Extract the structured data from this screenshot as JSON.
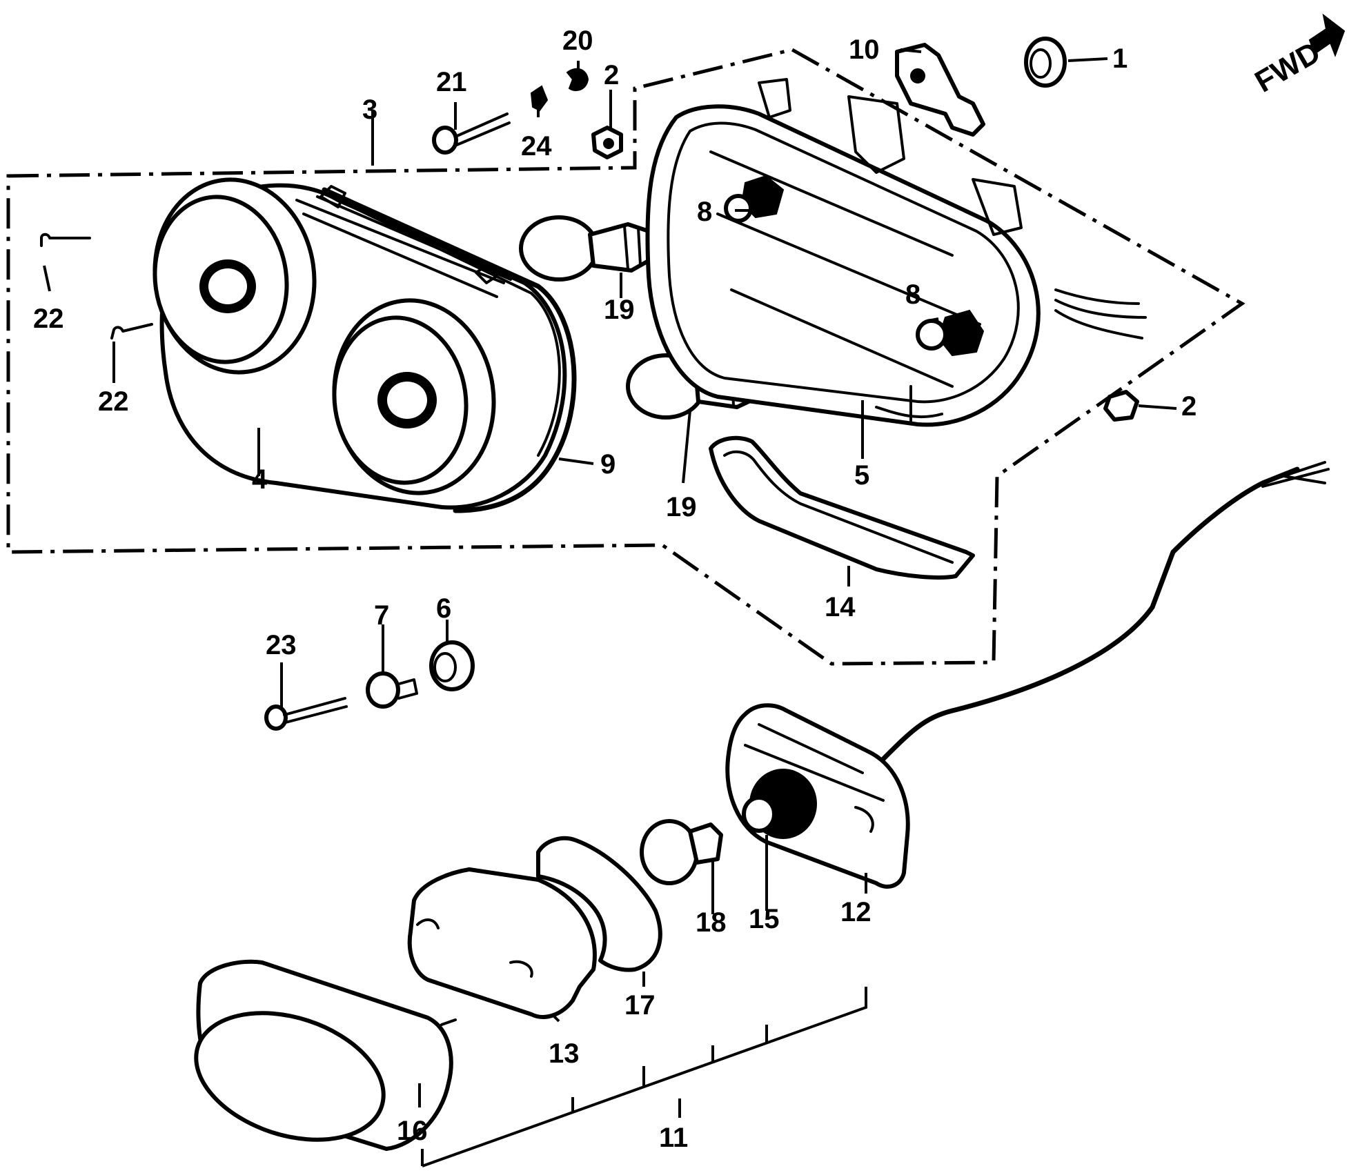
{
  "direction_label": "FWD",
  "callouts": {
    "p1": "1",
    "p2a": "2",
    "p2b": "2",
    "p3": "3",
    "p4": "4",
    "p5": "5",
    "p6": "6",
    "p7": "7",
    "p8a": "8",
    "p8b": "8",
    "p9": "9",
    "p10": "10",
    "p11": "11",
    "p12": "12",
    "p13": "13",
    "p14": "14",
    "p15": "15",
    "p16": "16",
    "p17": "17",
    "p18": "18",
    "p19a": "19",
    "p19b": "19",
    "p20": "20",
    "p21": "21",
    "p22a": "22",
    "p22b": "22",
    "p23": "23",
    "p24": "24"
  }
}
